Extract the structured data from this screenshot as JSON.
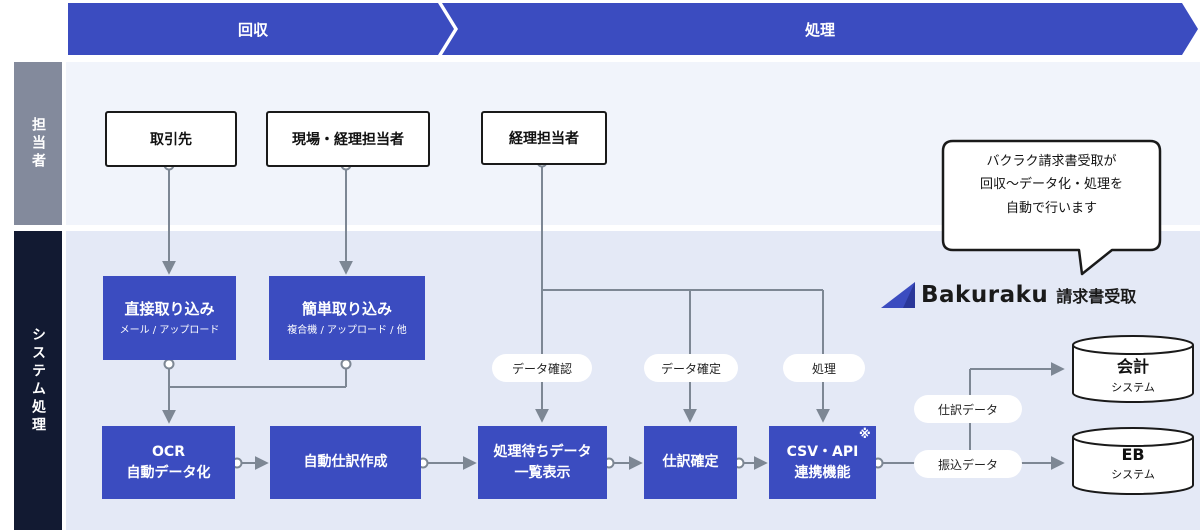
{
  "phases": {
    "collect": "回収",
    "process": "処理"
  },
  "lanes": {
    "staff": "担当者",
    "system": "システム処理"
  },
  "actors": {
    "supplier": "取引先",
    "site_accounting": "現場・経理担当者",
    "accounting": "経理担当者"
  },
  "processes": {
    "direct_import": {
      "title": "直接取り込み",
      "sub": "メール / アップロード"
    },
    "easy_import": {
      "title": "簡単取り込み",
      "sub": "複合機 / アップロード / 他"
    },
    "ocr_line1": "OCR",
    "ocr_line2": "自動データ化",
    "auto_journal": "自動仕訳作成",
    "pending_line1": "処理待ちデータ",
    "pending_line2": "一覧表示",
    "journal_confirm": "仕訳確定",
    "csv_line1": "CSV・API",
    "csv_line2": "連携機能",
    "csv_note": "※"
  },
  "pills": {
    "data_check": "データ確認",
    "data_confirm": "データ確定",
    "process": "処理",
    "journal_data": "仕訳データ",
    "transfer_data": "振込データ"
  },
  "systems": {
    "accounting": {
      "title": "会計",
      "sub": "システム"
    },
    "eb": {
      "title": "EB",
      "sub": "システム"
    }
  },
  "bubble": {
    "line1": "バクラク請求書受取が",
    "line2": "回収〜データ化・処理を",
    "line3": "自動で行います"
  },
  "brand": {
    "name": "Bakuraku",
    "product": "請求書受取"
  },
  "colors": {
    "primary": "#3b4cc0",
    "lane_staff_label": "#838a9c",
    "lane_system_label": "#121a32",
    "lane_staff_bg": "#f1f4fb",
    "lane_system_bg": "#e4e9f6",
    "connector": "#7d8794"
  }
}
